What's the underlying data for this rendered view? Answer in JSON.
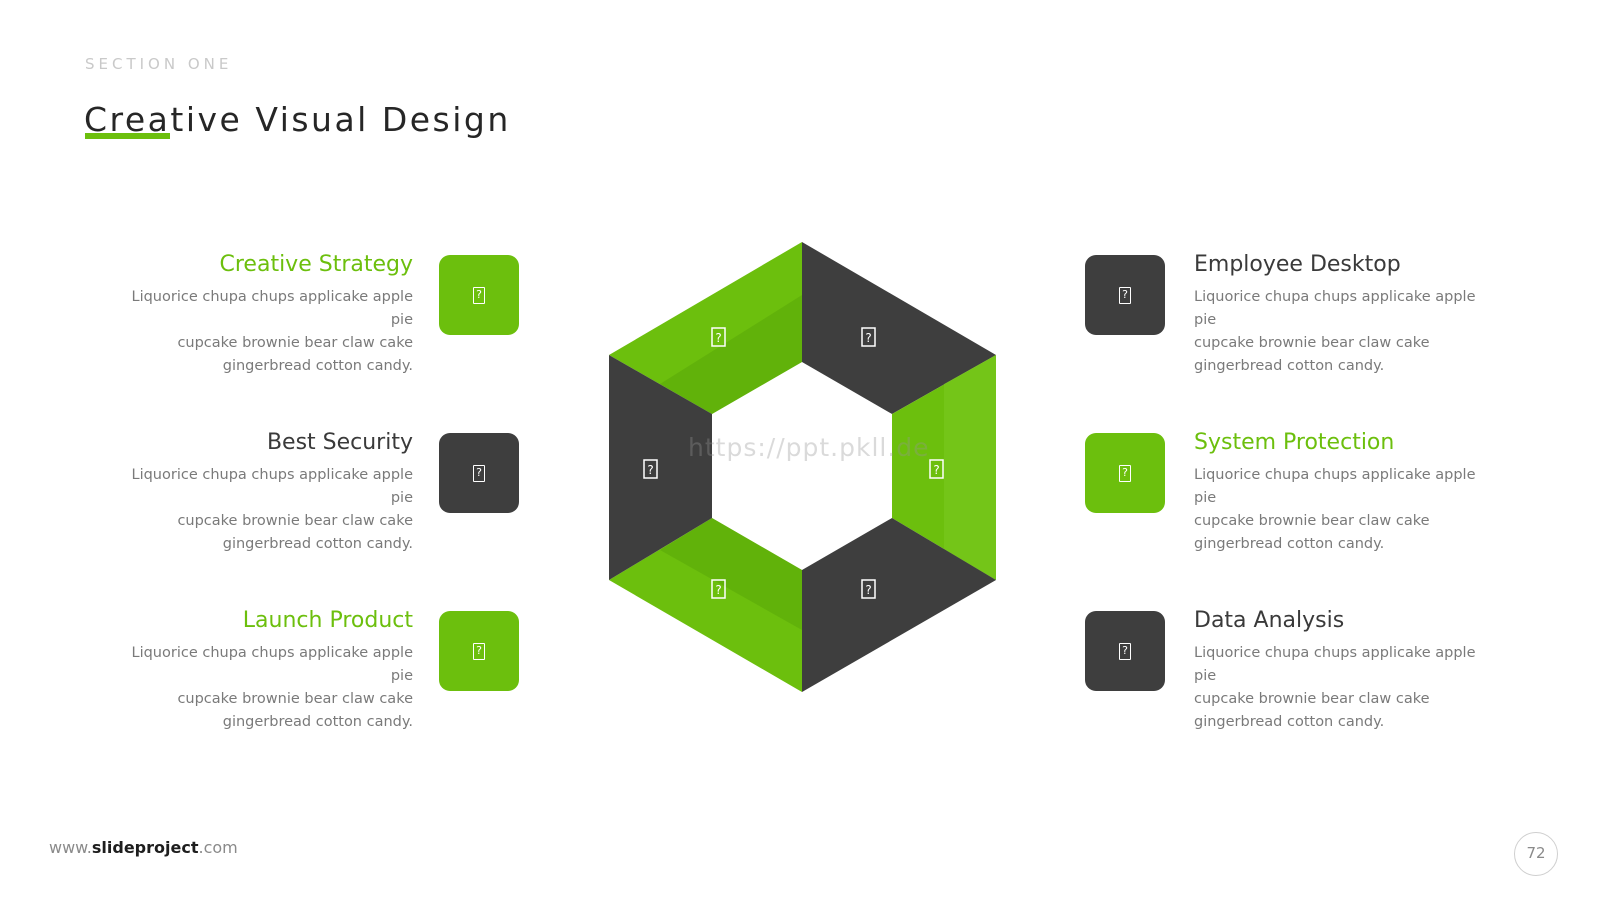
{
  "header": {
    "section_label": "SECTION ONE",
    "title": "Creative Visual Design"
  },
  "colors": {
    "accent_green": "#6cbf0d",
    "dark_gray": "#3e3e3e"
  },
  "items_left": [
    {
      "title": "Creative Strategy",
      "color": "green",
      "desc": [
        "Liquorice chupa chups applicake apple pie",
        "cupcake brownie bear claw  cake",
        "gingerbread cotton candy."
      ],
      "icon": "placeholder-icon"
    },
    {
      "title": "Best Security",
      "color": "dark",
      "desc": [
        "Liquorice chupa chups applicake apple pie",
        "cupcake brownie bear claw  cake",
        "gingerbread cotton candy."
      ],
      "icon": "placeholder-icon"
    },
    {
      "title": "Launch Product",
      "color": "green",
      "desc": [
        "Liquorice chupa chups applicake apple pie",
        "cupcake brownie bear claw  cake",
        "gingerbread cotton candy."
      ],
      "icon": "placeholder-icon"
    }
  ],
  "items_right": [
    {
      "title": "Employee Desktop",
      "color": "dark",
      "desc": [
        "Liquorice chupa chups applicake apple pie",
        "cupcake brownie bear claw  cake",
        "gingerbread cotton candy."
      ],
      "icon": "placeholder-icon"
    },
    {
      "title": "System Protection",
      "color": "green",
      "desc": [
        "Liquorice chupa chups applicake apple pie",
        "cupcake brownie bear claw  cake",
        "gingerbread cotton candy."
      ],
      "icon": "placeholder-icon"
    },
    {
      "title": "Data Analysis",
      "color": "dark",
      "desc": [
        "Liquorice chupa chups applicake apple pie",
        "cupcake brownie bear claw  cake",
        "gingerbread cotton candy."
      ],
      "icon": "placeholder-icon"
    }
  ],
  "hexagon": {
    "segments": [
      {
        "name": "top-left",
        "color": "green",
        "icon": "placeholder-icon"
      },
      {
        "name": "top-right",
        "color": "dark",
        "icon": "placeholder-icon"
      },
      {
        "name": "right",
        "color": "green",
        "icon": "placeholder-icon"
      },
      {
        "name": "bottom-right",
        "color": "dark",
        "icon": "placeholder-icon"
      },
      {
        "name": "bottom-left",
        "color": "green",
        "icon": "placeholder-icon"
      },
      {
        "name": "left",
        "color": "dark",
        "icon": "placeholder-icon"
      }
    ]
  },
  "watermark": "https://ppt.pkll.de",
  "footer": {
    "site_prefix": "www.",
    "site_brand": "slideproject",
    "site_suffix": ".com",
    "page_number": "72"
  }
}
